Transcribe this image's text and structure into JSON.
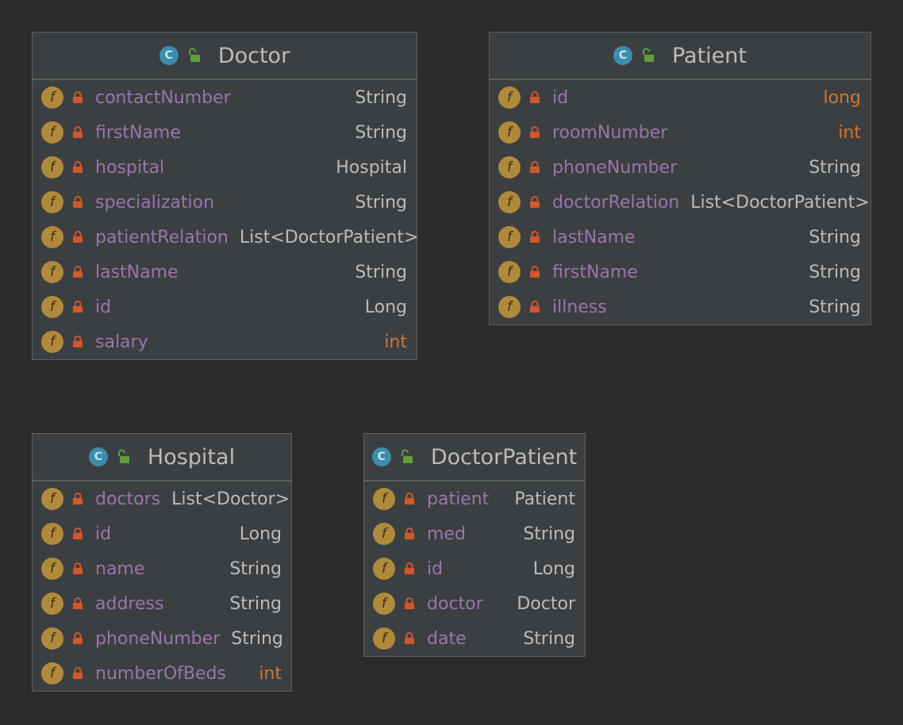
{
  "classes": [
    {
      "id": "doctor",
      "name": "Doctor",
      "fields": [
        {
          "name": "contactNumber",
          "type": "String",
          "primitive": false
        },
        {
          "name": "firstName",
          "type": "String",
          "primitive": false
        },
        {
          "name": "hospital",
          "type": "Hospital",
          "primitive": false
        },
        {
          "name": "specialization",
          "type": "String",
          "primitive": false
        },
        {
          "name": "patientRelation",
          "type": "List<DoctorPatient>",
          "primitive": false
        },
        {
          "name": "lastName",
          "type": "String",
          "primitive": false
        },
        {
          "name": "id",
          "type": "Long",
          "primitive": false
        },
        {
          "name": "salary",
          "type": "int",
          "primitive": true
        }
      ]
    },
    {
      "id": "patient",
      "name": "Patient",
      "fields": [
        {
          "name": "id",
          "type": "long",
          "primitive": true
        },
        {
          "name": "roomNumber",
          "type": "int",
          "primitive": true
        },
        {
          "name": "phoneNumber",
          "type": "String",
          "primitive": false
        },
        {
          "name": "doctorRelation",
          "type": "List<DoctorPatient>",
          "primitive": false
        },
        {
          "name": "lastName",
          "type": "String",
          "primitive": false
        },
        {
          "name": "firstName",
          "type": "String",
          "primitive": false
        },
        {
          "name": "illness",
          "type": "String",
          "primitive": false
        }
      ]
    },
    {
      "id": "hospital",
      "name": "Hospital",
      "fields": [
        {
          "name": "doctors",
          "type": "List<Doctor>",
          "primitive": false
        },
        {
          "name": "id",
          "type": "Long",
          "primitive": false
        },
        {
          "name": "name",
          "type": "String",
          "primitive": false
        },
        {
          "name": "address",
          "type": "String",
          "primitive": false
        },
        {
          "name": "phoneNumber",
          "type": "String",
          "primitive": false
        },
        {
          "name": "numberOfBeds",
          "type": "int",
          "primitive": true
        }
      ]
    },
    {
      "id": "doctor-patient",
      "name": "DoctorPatient",
      "fields": [
        {
          "name": "patient",
          "type": "Patient",
          "primitive": false
        },
        {
          "name": "med",
          "type": "String",
          "primitive": false
        },
        {
          "name": "id",
          "type": "Long",
          "primitive": false
        },
        {
          "name": "doctor",
          "type": "Doctor",
          "primitive": false
        },
        {
          "name": "date",
          "type": "String",
          "primitive": false
        }
      ]
    }
  ],
  "icons": {
    "class_glyph": "C",
    "field_glyph": "f",
    "class_icon": "class-icon",
    "field_icon": "field-icon",
    "visibility_public_icon": "unlock-icon",
    "visibility_private_icon": "lock-icon"
  },
  "colors": {
    "background": "#2b2b2b",
    "box": "#3c3f41",
    "field_name": "#9876aa",
    "type": "#bbbbbb",
    "primitive_type": "#cc7832",
    "class_icon": "#3c8dab",
    "field_icon": "#b08a3c",
    "lock": "#d0572b",
    "unlock": "#5f9e3c"
  }
}
